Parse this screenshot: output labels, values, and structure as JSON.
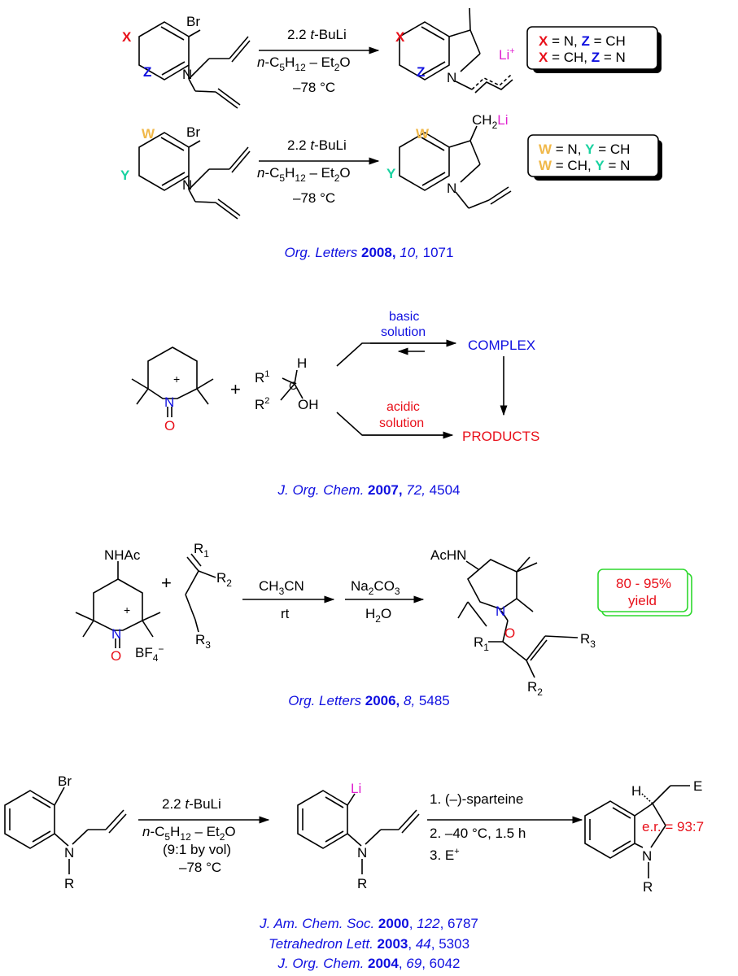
{
  "colors": {
    "x_red": "#e8101a",
    "z_blue": "#1010e0",
    "w_gold": "#f0b84a",
    "y_teal": "#19d2a0",
    "li_magenta": "#e020d0",
    "ref_blue": "#1010e0",
    "products_red": "#e8101a",
    "complex_blue": "#1010e0",
    "yield_green": "#2ed82e",
    "er_red": "#e8101a"
  },
  "scheme1": {
    "sub": {
      "X": "X",
      "Z": "Z",
      "Br": "Br",
      "N": "N"
    },
    "cond": {
      "line1_num": "2.2 ",
      "line1_t": "t",
      "line1_rest": "-BuLi",
      "line2_n": "n",
      "line2_mid": "-C",
      "line2_sub5": "5",
      "line2_H": "H",
      "line2_sub12": "12",
      "line2_rest": " –  Et",
      "line2_sub2": "2",
      "line2_O": "O",
      "line3": "–78 °C"
    },
    "prod": {
      "X": "X",
      "Z": "Z",
      "N": "N",
      "Li": "Li",
      "plus": "+"
    },
    "box": {
      "row1_x": "X",
      "row1_mid": " = N, ",
      "row1_z": "Z",
      "row1_end": " = CH",
      "row2_x": "X",
      "row2_mid": " = CH, ",
      "row2_z": "Z",
      "row2_end": " = N"
    }
  },
  "scheme2": {
    "sub": {
      "W": "W",
      "Y": "Y",
      "Br": "Br",
      "N": "N"
    },
    "prod": {
      "W": "W",
      "Y": "Y",
      "N": "N",
      "CH": "CH",
      "sub2": "2",
      "Li": "Li"
    },
    "box": {
      "row1_w": "W",
      "row1_mid": " = N, ",
      "row1_y": "Y",
      "row1_end": " = CH",
      "row2_w": "W",
      "row2_mid": " = CH, ",
      "row2_y": "Y",
      "row2_end": " = N"
    }
  },
  "ref1": {
    "journal": "Org. Letters ",
    "year": "2008,",
    "volume": " 10,",
    "pages": " 1071"
  },
  "scheme3": {
    "N": "N",
    "plus": "+",
    "O": "O",
    "reagent_plus": "+",
    "R1": "R",
    "sup1": "1",
    "R2": "R",
    "sup2": "2",
    "C": "C",
    "H": "H",
    "OH": "OH",
    "basic1": "basic",
    "basic2": "solution",
    "acidic1": "acidic",
    "acidic2": "solution",
    "complex": "COMPLEX",
    "products": "PRODUCTS"
  },
  "ref2": {
    "journal": "J. Org. Chem. ",
    "year": "2007,",
    "volume": " 72,",
    "pages": " 4504"
  },
  "scheme4": {
    "NHAc": "NHAc",
    "N": "N",
    "plus": "+",
    "O": "O",
    "BF4": "BF",
    "sub4": "4",
    "minus": "−",
    "plus_sign": "+",
    "R1": "R",
    "r1sub": "1",
    "R2": "R",
    "r2sub": "2",
    "R3": "R",
    "r3sub": "3",
    "c1_CH": "CH",
    "c1_3": "3",
    "c1_CN": "CN",
    "c1_rt": "rt",
    "c2_Na": "Na",
    "c2_2": "2",
    "c2_CO": "CO",
    "c2_3": "3",
    "c2_H": "H",
    "c2_sub2": "2",
    "c2_O": "O",
    "p_AcHN": "AcHN",
    "p_N": "N",
    "p_O": "O",
    "yield1": "80 - 95%",
    "yield2": "yield"
  },
  "ref3": {
    "journal": "Org. Letters ",
    "year": "2006,",
    "volume": " 8,",
    "pages": " 5485"
  },
  "scheme5": {
    "Br": "Br",
    "N": "N",
    "R": "R",
    "Li": "Li",
    "c1_num": "2.2 ",
    "c1_t": "t",
    "c1_rest": "-BuLi",
    "c2_n": "n",
    "c2_mid": "-C",
    "c2_5": "5",
    "c2_H": "H",
    "c2_12": "12",
    "c2_rest": " – Et",
    "c2_2": "2",
    "c2_O": "O",
    "c3": "(9:1 by vol)",
    "c4": "–78 °C",
    "s1": "1.  (–)-sparteine",
    "s2": "2.  –40 °C, 1.5 h",
    "s3": "3.  E",
    "s3sup": "+",
    "H": "H",
    "E": "E",
    "er": "e.r. = 93:7"
  },
  "refs4": [
    {
      "journal": "J. Am. Chem. Soc. ",
      "year": "2000",
      "volume": "122",
      "pages": "6787"
    },
    {
      "journal": "Tetrahedron Lett. ",
      "year": "2003",
      "volume": "44",
      "pages": "5303"
    },
    {
      "journal": "J. Org. Chem. ",
      "year": "2004",
      "volume": "69",
      "pages": "6042"
    }
  ]
}
